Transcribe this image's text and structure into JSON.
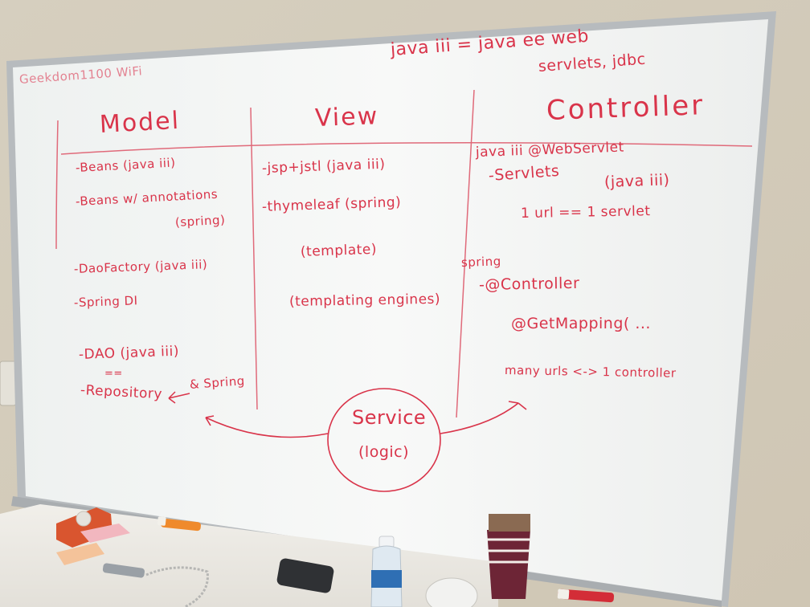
{
  "whiteboard": {
    "top_right": {
      "line1": "java iii = java ee web",
      "line2": "servlets, jdbc"
    },
    "wifi_note": "Geekdom1100 WiFi",
    "headings": {
      "model": "Model",
      "view": "View",
      "controller": "Controller"
    },
    "model_items": [
      "-Beans (java iii)",
      "-Beans w/ annotations",
      "(spring)",
      "-DaoFactory (java iii)",
      "-Spring DI",
      "-DAO (java iii)",
      "==",
      "-Repository",
      "& Spring"
    ],
    "view_items": [
      "-jsp+jstl (java iii)",
      "-thymeleaf (spring)",
      "(template)",
      "(templating engines)"
    ],
    "controller_items": [
      "java iii  @WebServlet",
      "-Servlets",
      "(java iii)",
      "1 url == 1 servlet",
      "spring",
      "-@Controller",
      "@GetMapping( ...",
      "many urls <-> 1 controller"
    ],
    "service": {
      "title": "Service",
      "subtitle": "(logic)"
    }
  },
  "colors": {
    "marker_ink": "#d9344a",
    "wall": "#d9d2c4",
    "board": "#f4f6f5",
    "frame": "#b9bdc0"
  }
}
